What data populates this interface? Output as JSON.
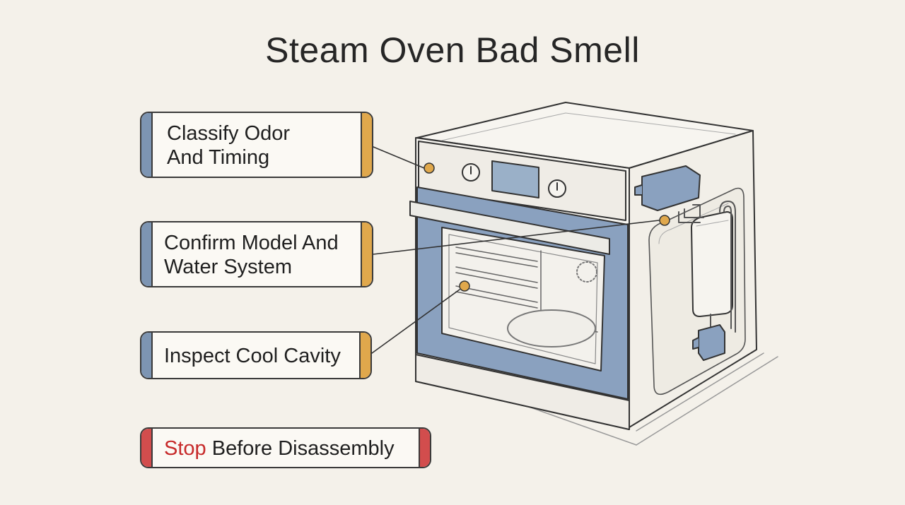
{
  "title": "Steam Oven Bad Smell",
  "steps": [
    {
      "line1": "Classify Odor",
      "line2": "And Timing"
    },
    {
      "line1": "Confirm Model And",
      "line2": "Water System"
    },
    {
      "line1": "Inspect Cool Cavity"
    }
  ],
  "warning": {
    "highlight": "Stop",
    "rest": " Before Disassembly"
  },
  "colors": {
    "background": "#f4f1ea",
    "accent_blue": "#7d95b3",
    "accent_orange": "#e0a84c",
    "warning_red": "#d24d4d",
    "outline": "#3a3a3a"
  },
  "icons": [
    "oven-illustration",
    "water-tank-icon",
    "pump-icon",
    "control-knob-icon"
  ]
}
